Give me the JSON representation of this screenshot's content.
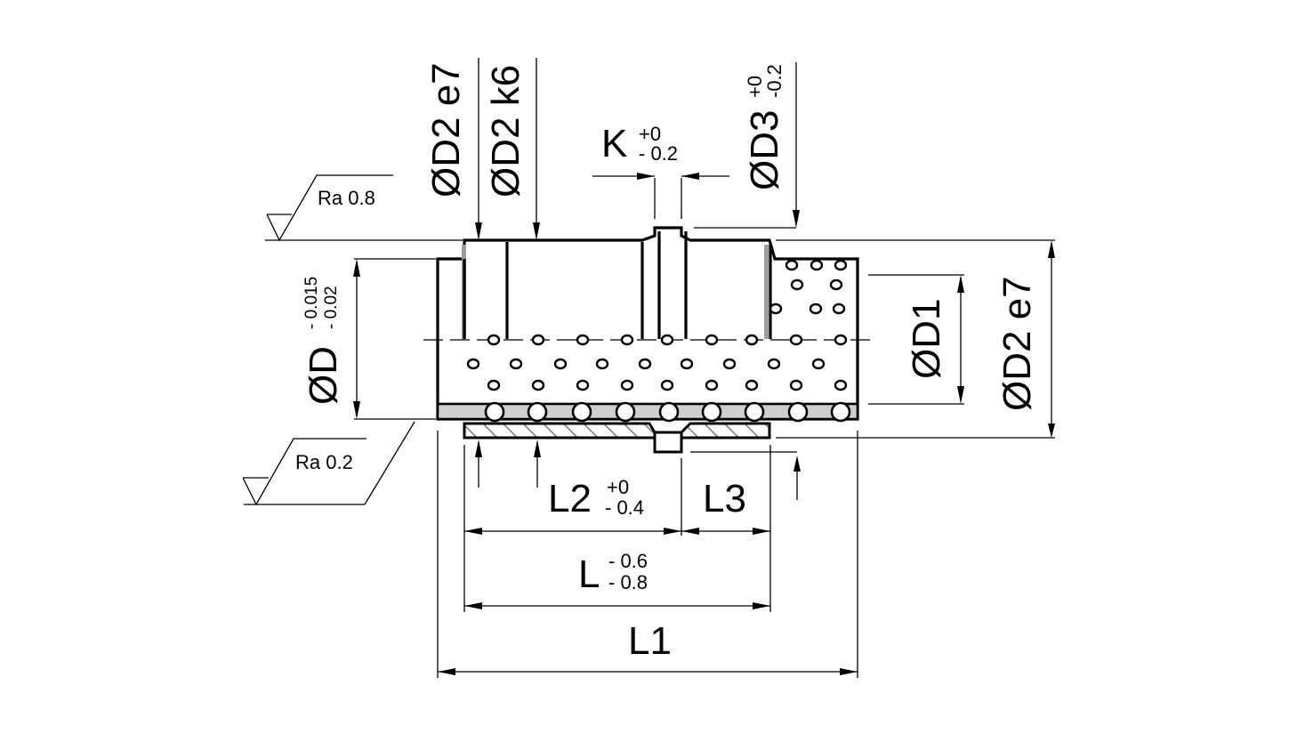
{
  "labels": {
    "d2_e7_top": "ØD2 e7",
    "d2_k6": "ØD2 k6",
    "k_main": "K",
    "k_upper": "+0",
    "k_lower": "- 0.2",
    "d3_main": "ØD3",
    "d3_upper": "+0",
    "d3_lower": "-0.2",
    "d_main": "ØD",
    "d_upper": "- 0.015",
    "d_lower": "- 0.02",
    "d1": "ØD1",
    "d2_e7_right": "ØD2 e7",
    "l2_main": "L2",
    "l2_upper": "+0",
    "l2_lower": "- 0.4",
    "l3": "L3",
    "l_main": "L",
    "l_upper": "- 0.6",
    "l_lower": "- 0.8",
    "l1": "L1",
    "ra_top": "Ra 0.8",
    "ra_bottom": "Ra 0.2"
  },
  "colors": {
    "line": "#000000",
    "background": "#ffffff",
    "hatch": "#7a7a7a",
    "cage": "#cfcfcf"
  }
}
